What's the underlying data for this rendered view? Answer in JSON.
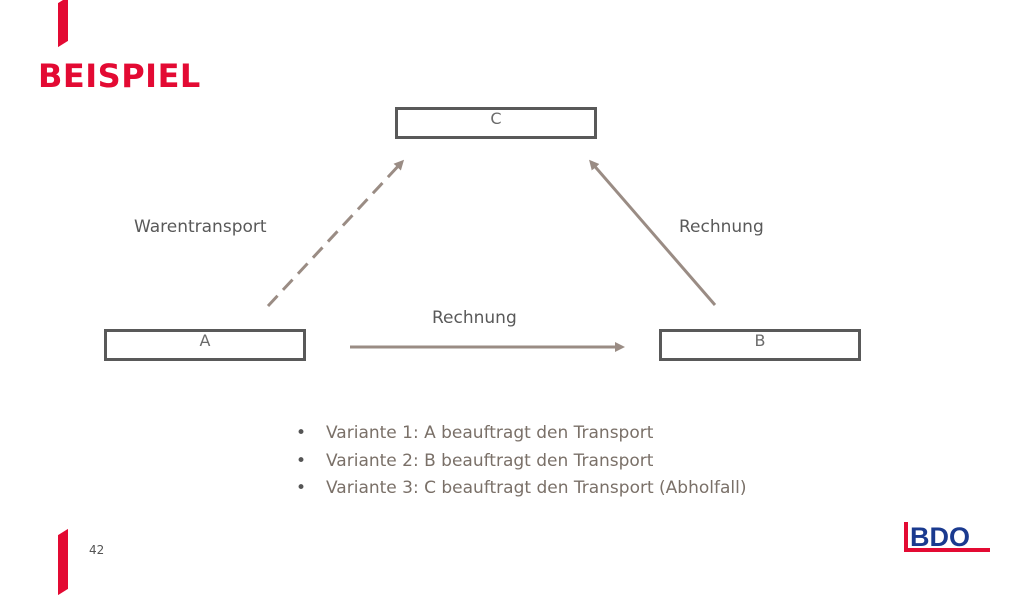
{
  "slide": {
    "title": "BEISPIEL",
    "page_number": "42"
  },
  "diagram": {
    "nodes": {
      "c": "C",
      "a": "A",
      "b": "B"
    },
    "edges": {
      "a_to_c_label": "Warentransport",
      "b_to_c_label": "Rechnung",
      "a_to_b_label": "Rechnung"
    }
  },
  "variants": [
    "Variante 1: A beauftragt den Transport",
    "Variante 2: B beauftragt den Transport",
    "Variante 3: C beauftragt den Transport (Abholfall)"
  ],
  "logo": {
    "text": "BDO"
  },
  "colors": {
    "accent": "#e30a33",
    "logo_blue": "#1a3a8f",
    "arrow": "#9a8c84",
    "box_border": "#595959"
  }
}
